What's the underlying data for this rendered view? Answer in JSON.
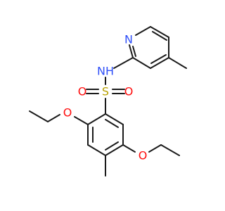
{
  "colors": {
    "carbon": "#1a1a1a",
    "nitrogen": "#3050f8",
    "oxygen": "#ff0d0d",
    "sulfur": "#b8a000",
    "background": "#ffffff"
  },
  "molecule": {
    "atoms": [
      {
        "id": "n_pyr",
        "label": "N",
        "element": "nitrogen"
      },
      {
        "id": "n_h",
        "label": "NH",
        "element": "nitrogen"
      },
      {
        "id": "s",
        "label": "S",
        "element": "sulfur"
      },
      {
        "id": "o_sl",
        "label": "O",
        "element": "oxygen"
      },
      {
        "id": "o_sr",
        "label": "O",
        "element": "oxygen"
      },
      {
        "id": "o_eth1",
        "label": "O",
        "element": "oxygen"
      },
      {
        "id": "o_eth2",
        "label": "O",
        "element": "oxygen"
      }
    ]
  }
}
